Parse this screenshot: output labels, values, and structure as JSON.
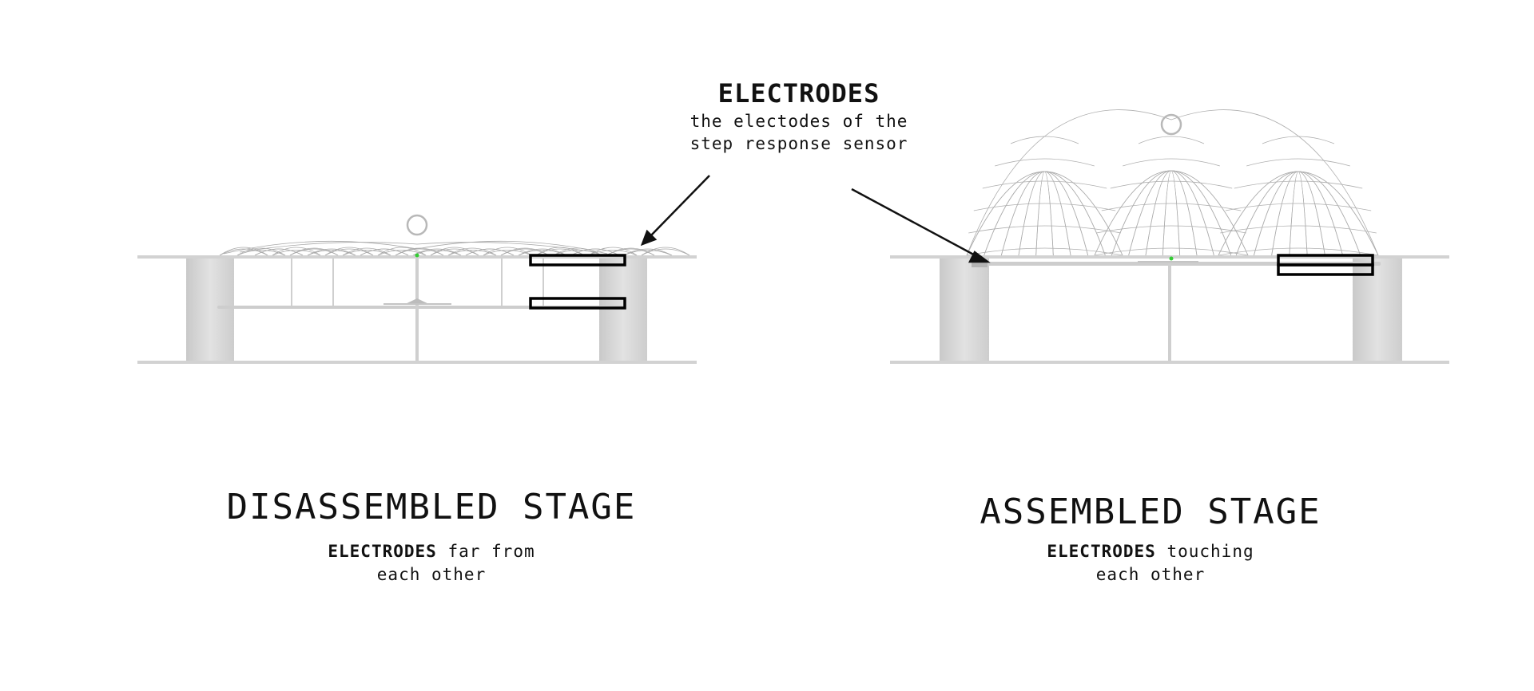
{
  "callout": {
    "title": "ELECTRODES",
    "line1": "the electodes of the",
    "line2": "step response sensor"
  },
  "stages": {
    "disassembled": {
      "title": "DISASSEMBLED STAGE",
      "keyword": "ELECTRODES",
      "line1_rest": " far from",
      "line2": "each other"
    },
    "assembled": {
      "title": "ASSEMBLED STAGE",
      "keyword": "ELECTRODES",
      "line1_rest": " touching",
      "line2": "each other"
    }
  },
  "colors": {
    "ink": "#111111",
    "structure_line": "#cfcfcf",
    "leg_fill": "#d6d6d6",
    "mesh": "#9a9a9a",
    "highlight_box": "#000000",
    "indicator": "#33cc33"
  }
}
